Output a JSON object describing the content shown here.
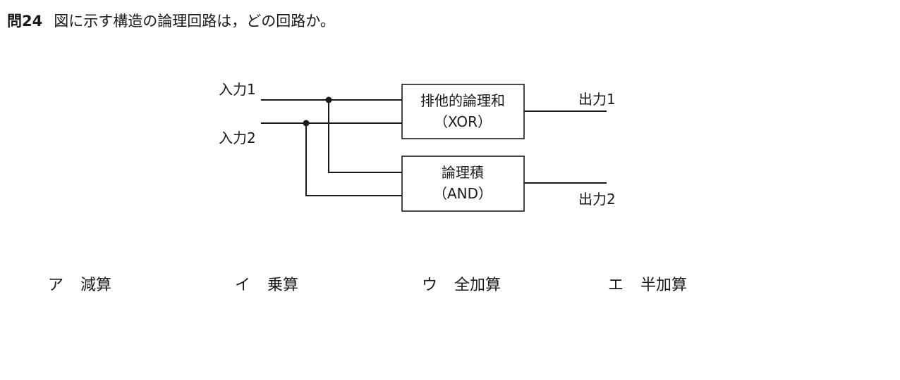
{
  "question": {
    "number": "問24",
    "text": "図に示す構造の論理回路は，どの回路か。"
  },
  "diagram": {
    "inputs": [
      "入力1",
      "入力2"
    ],
    "outputs": [
      "出力1",
      "出力2"
    ],
    "gates": [
      {
        "line1": "排他的論理和",
        "line2": "（XOR）"
      },
      {
        "line1": "論理積",
        "line2": "（AND）"
      }
    ]
  },
  "choices": [
    {
      "letter": "ア",
      "text": "減算"
    },
    {
      "letter": "イ",
      "text": "乗算"
    },
    {
      "letter": "ウ",
      "text": "全加算"
    },
    {
      "letter": "エ",
      "text": "半加算"
    }
  ]
}
